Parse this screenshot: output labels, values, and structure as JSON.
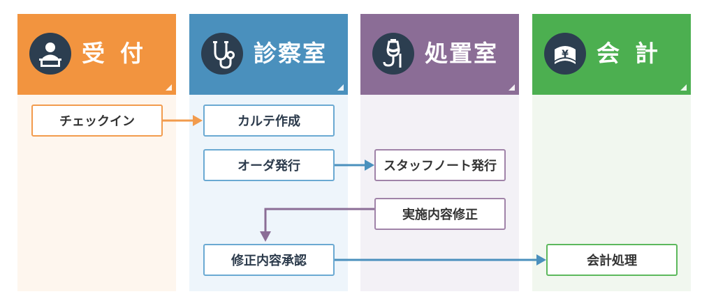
{
  "columns": [
    {
      "title": "受付",
      "icon": "reception-desk-icon",
      "header_color": "#f2943f",
      "body_color": "#fef6ee"
    },
    {
      "title": "診察室",
      "icon": "stethoscope-icon",
      "header_color": "#4a90bd",
      "body_color": "#eef5fb"
    },
    {
      "title": "処置室",
      "icon": "iv-drip-icon",
      "header_color": "#8b6d96",
      "body_color": "#f3f1f6"
    },
    {
      "title": "会計",
      "icon": "yen-bill-icon",
      "header_color": "#4caf50",
      "body_color": "#f1f7ef"
    }
  ],
  "steps": {
    "checkin": "チェックイン",
    "karte": "カルテ作成",
    "order": "オーダ発行",
    "staff_note": "スタッフノート発行",
    "modify": "実施内容修正",
    "approve": "修正内容承認",
    "billing": "会計処理"
  },
  "colors": {
    "arrow_orange": "#f29b4d",
    "arrow_blue": "#4a90bd",
    "arrow_purple": "#8b6d96",
    "icon_circle": "#2c3e50"
  }
}
